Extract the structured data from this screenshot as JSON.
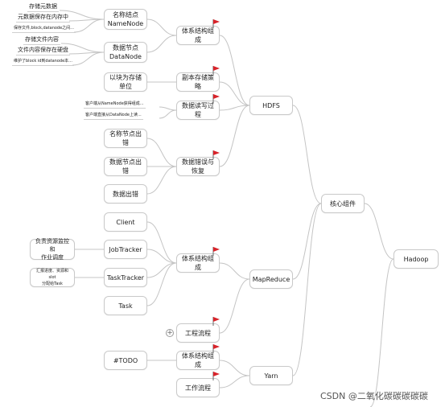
{
  "nodes": {
    "hadoop": "Hadoop",
    "core": "核心组件",
    "hdfs": "HDFS",
    "mapreduce": "MapReduce",
    "yarn": "Yarn",
    "hdfs_arch": "体系结构组成",
    "hdfs_replica": "副本存储策略",
    "hdfs_rw": "数据读写过程",
    "hdfs_err": "数据错误与恢复",
    "namenode": "名称结点\nNameNode",
    "datanode": "数据节点\nDataNode",
    "block_unit": "以块为存储单位",
    "nn_err": "名称节点出错",
    "dn_err": "数据节点出错",
    "data_err": "数据出错",
    "mr_arch": "体系结构组成",
    "mr_flow": "工程流程",
    "client": "Client",
    "jobtracker": "JobTracker",
    "tasktracker": "TaskTracker",
    "task": "Task",
    "jt_desc": "负责资源监控和\n作业调度",
    "tt_desc": "汇报进度、资源和slot\n分配给Task",
    "yarn_arch": "体系结构组成",
    "yarn_flow": "工作流程",
    "todo": "#TODO"
  },
  "leaves": {
    "nn1": "存储元数据",
    "nn2": "元数据保存在内存中",
    "nn3": "保存文件,block,datanode之间...",
    "dn1": "存储文件内容",
    "dn2": "文件内容保存在硬盘",
    "dn3": "维护了block id到datanode本...",
    "rw1": "客户端从NameNode获得组成...",
    "rw2": "客户端直接从DataNode上读..."
  },
  "icons": {
    "flag": "flag-icon",
    "expand": "plus-circle-icon"
  },
  "colors": {
    "flag": "#d8232a",
    "edge": "#c4c4c4",
    "border": "#c9c9c9"
  },
  "watermark": "CSDN @二氧化碳碳碳碳碳"
}
